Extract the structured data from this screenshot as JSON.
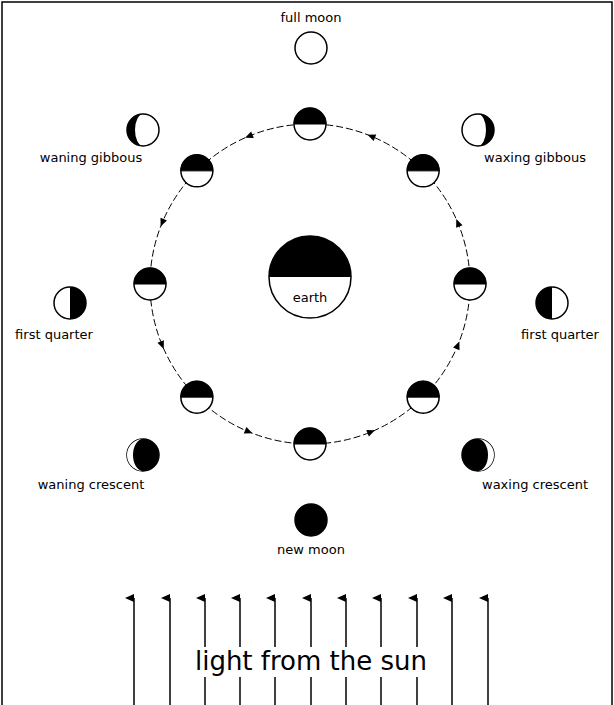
{
  "diagram": {
    "nodes": [
      {
        "text": [
          "earth"
        ]
      }
    ],
    "labels": [
      "full moon",
      "waning gibbous",
      "waxing gibbous",
      "first quarter",
      "first quarter",
      "waning crescent",
      "waxing crescent",
      "new moon",
      "light from the sun"
    ]
  }
}
